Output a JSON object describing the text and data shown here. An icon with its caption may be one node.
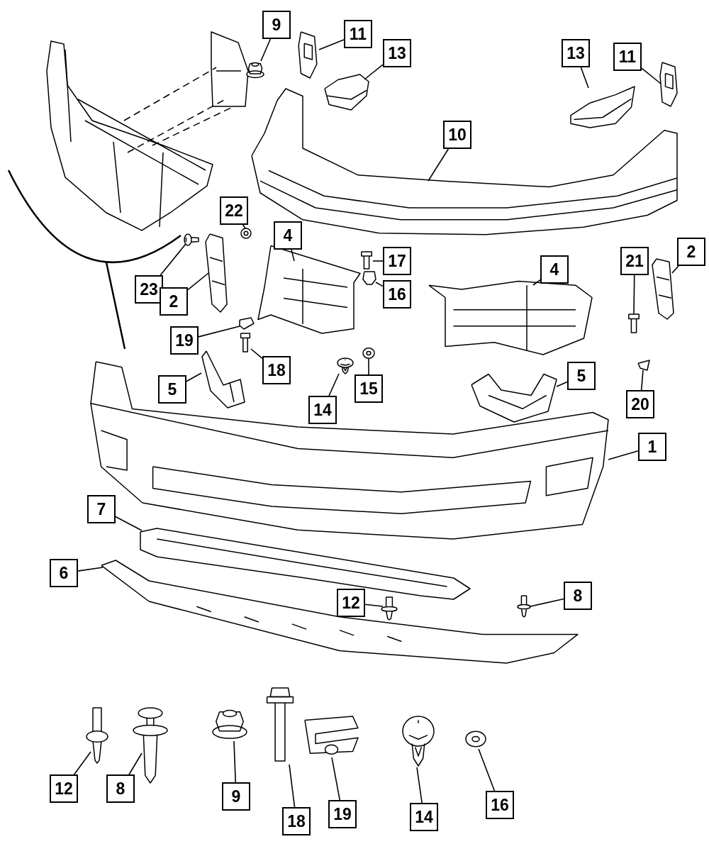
{
  "diagram": {
    "nodes": [
      {
        "text": [
          "9"
        ]
      },
      {
        "text": [],
        "shape": "picture"
      },
      {
        "text": [
          "11"
        ]
      },
      {
        "text": [],
        "shape": "picture"
      },
      {
        "text": [
          "13"
        ]
      },
      {
        "text": [],
        "shape": "picture"
      },
      {
        "text": [
          "13"
        ]
      },
      {
        "text": [],
        "shape": "picture"
      },
      {
        "text": [
          "11"
        ]
      },
      {
        "text": [],
        "shape": "picture"
      },
      {
        "text": [
          "10"
        ]
      },
      {
        "text": [],
        "shape": "picture"
      },
      {
        "text": [
          "22"
        ]
      },
      {
        "text": [],
        "shape": "picture"
      },
      {
        "text": [
          "4"
        ]
      },
      {
        "text": [],
        "shape": "picture"
      },
      {
        "text": [
          "17"
        ]
      },
      {
        "text": [],
        "shape": "picture"
      },
      {
        "text": [
          "16"
        ]
      },
      {
        "text": [],
        "shape": "picture"
      },
      {
        "text": [
          "2"
        ]
      },
      {
        "text": [],
        "shape": "picture"
      },
      {
        "text": [
          "21"
        ]
      },
      {
        "text": [],
        "shape": "picture"
      },
      {
        "text": [
          "4"
        ]
      },
      {
        "text": [],
        "shape": "picture"
      },
      {
        "text": [
          "23"
        ]
      },
      {
        "text": [],
        "shape": "picture"
      },
      {
        "text": [
          "2"
        ]
      },
      {
        "text": [],
        "shape": "picture"
      },
      {
        "text": [
          "19"
        ]
      },
      {
        "text": [],
        "shape": "picture"
      },
      {
        "text": [
          "18"
        ]
      },
      {
        "text": [],
        "shape": "picture"
      },
      {
        "text": [
          "5"
        ]
      },
      {
        "text": [],
        "shape": "picture"
      },
      {
        "text": [
          "14"
        ]
      },
      {
        "text": [],
        "shape": "picture"
      },
      {
        "text": [
          "15"
        ]
      },
      {
        "text": [],
        "shape": "picture"
      },
      {
        "text": [
          "5"
        ]
      },
      {
        "text": [],
        "shape": "picture"
      },
      {
        "text": [
          "20"
        ]
      },
      {
        "text": [],
        "shape": "picture"
      },
      {
        "text": [
          "1"
        ]
      },
      {
        "text": [],
        "shape": "picture"
      },
      {
        "text": [
          "7"
        ]
      },
      {
        "text": [],
        "shape": "picture"
      },
      {
        "text": [
          "6"
        ]
      },
      {
        "text": [],
        "shape": "picture"
      },
      {
        "text": [
          "12"
        ]
      },
      {
        "text": [],
        "shape": "picture"
      },
      {
        "text": [
          "8"
        ]
      },
      {
        "text": [],
        "shape": "picture"
      },
      {
        "text": [
          "12"
        ]
      },
      {
        "text": [],
        "shape": "picture"
      },
      {
        "text": [
          "8"
        ]
      },
      {
        "text": [],
        "shape": "picture"
      },
      {
        "text": [
          "9"
        ]
      },
      {
        "text": [],
        "shape": "picture"
      },
      {
        "text": [
          "18"
        ]
      },
      {
        "text": [],
        "shape": "picture"
      },
      {
        "text": [
          "19"
        ]
      },
      {
        "text": [],
        "shape": "picture"
      },
      {
        "text": [
          "14"
        ]
      },
      {
        "text": [],
        "shape": "picture"
      },
      {
        "text": [
          "16"
        ]
      },
      {
        "text": [],
        "shape": "picture"
      }
    ],
    "edges": [
      {
        "from": 0,
        "to": 1,
        "arrow": "none"
      },
      {
        "from": 2,
        "to": 3,
        "arrow": "none"
      },
      {
        "from": 4,
        "to": 5,
        "arrow": "none"
      },
      {
        "from": 6,
        "to": 7,
        "arrow": "none"
      },
      {
        "from": 8,
        "to": 9,
        "arrow": "none"
      },
      {
        "from": 10,
        "to": 11,
        "arrow": "none"
      },
      {
        "from": 12,
        "to": 13,
        "arrow": "none"
      },
      {
        "from": 14,
        "to": 15,
        "arrow": "none"
      },
      {
        "from": 16,
        "to": 17,
        "arrow": "none"
      },
      {
        "from": 18,
        "to": 19,
        "arrow": "none"
      },
      {
        "from": 20,
        "to": 21,
        "arrow": "none"
      },
      {
        "from": 22,
        "to": 23,
        "arrow": "none"
      },
      {
        "from": 24,
        "to": 25,
        "arrow": "none"
      },
      {
        "from": 26,
        "to": 27,
        "arrow": "none"
      },
      {
        "from": 28,
        "to": 29,
        "arrow": "none"
      },
      {
        "from": 30,
        "to": 31,
        "arrow": "none"
      },
      {
        "from": 32,
        "to": 33,
        "arrow": "none"
      },
      {
        "from": 34,
        "to": 35,
        "arrow": "none"
      },
      {
        "from": 36,
        "to": 37,
        "arrow": "none"
      },
      {
        "from": 38,
        "to": 39,
        "arrow": "none"
      },
      {
        "from": 40,
        "to": 41,
        "arrow": "none"
      },
      {
        "from": 42,
        "to": 43,
        "arrow": "none"
      },
      {
        "from": 44,
        "to": 45,
        "arrow": "none"
      },
      {
        "from": 46,
        "to": 47,
        "arrow": "none"
      },
      {
        "from": 48,
        "to": 49,
        "arrow": "none"
      },
      {
        "from": 50,
        "to": 51,
        "arrow": "none"
      },
      {
        "from": 52,
        "to": 53,
        "arrow": "none"
      },
      {
        "from": 54,
        "to": 55,
        "arrow": "none"
      },
      {
        "from": 56,
        "to": 57,
        "arrow": "none"
      },
      {
        "from": 58,
        "to": 59,
        "arrow": "none"
      },
      {
        "from": 60,
        "to": 61,
        "arrow": "none"
      },
      {
        "from": 62,
        "to": 63,
        "arrow": "none"
      },
      {
        "from": 64,
        "to": 65,
        "arrow": "none"
      },
      {
        "from": 66,
        "to": 67,
        "arrow": "none"
      }
    ]
  }
}
